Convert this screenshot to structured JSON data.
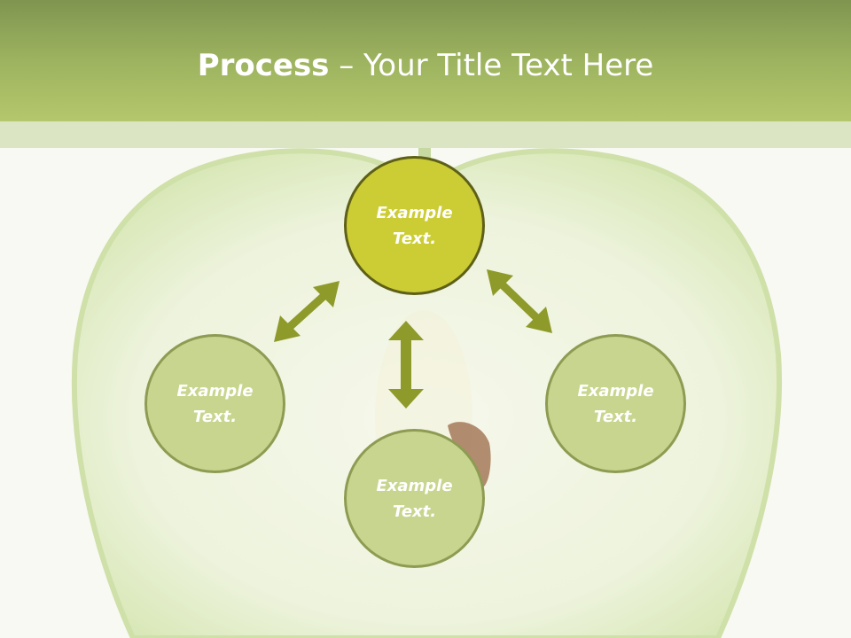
{
  "slide": {
    "title_bold": "Process",
    "title_rest": " – Your Title Text Here"
  },
  "nodes": {
    "top": {
      "line1": "Example",
      "line2": "Text."
    },
    "left": {
      "line1": "Example",
      "line2": "Text."
    },
    "right": {
      "line1": "Example",
      "line2": "Text."
    },
    "bottom": {
      "line1": "Example",
      "line2": "Text."
    }
  },
  "colors": {
    "header": "#9db35f",
    "center_node": "#cccd34",
    "outer_node": "#c8d58e",
    "arrow": "#8e9a2a"
  }
}
